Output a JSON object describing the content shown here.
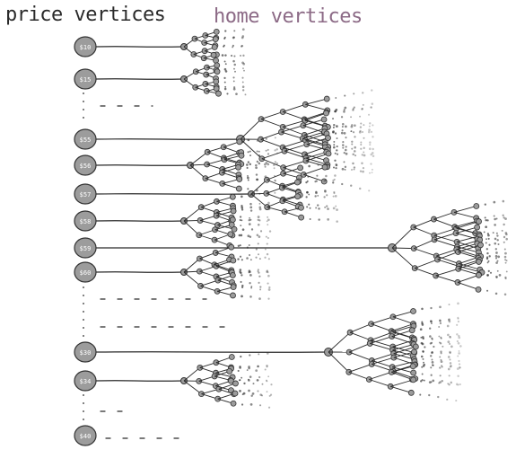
{
  "titles": {
    "price": "price vertices",
    "home": "home vertices"
  },
  "colors": {
    "ink": "#2a2a2a",
    "node_fill": "#9c9c9c",
    "node_stroke": "#333333",
    "home_title": "#8c6a86"
  },
  "price_vertices": [
    {
      "label": "$10",
      "tree": {
        "size": "small"
      }
    },
    {
      "label": "$15",
      "tree": {
        "size": "small"
      }
    },
    {
      "label": "$55",
      "tree": {
        "size": "large"
      }
    },
    {
      "label": "$56",
      "tree": {
        "size": "medium"
      }
    },
    {
      "label": "$57",
      "tree": {
        "size": "medium"
      }
    },
    {
      "label": "$58",
      "tree": {
        "size": "medium"
      }
    },
    {
      "label": "$59",
      "tree": {
        "size": "large"
      }
    },
    {
      "label": "$60",
      "tree": {
        "size": "medium"
      }
    },
    {
      "label": "$30",
      "tree": {
        "size": "large"
      }
    },
    {
      "label": "$34",
      "tree": {
        "size": "medium"
      }
    },
    {
      "label": "$40",
      "tree": {
        "size": "none"
      }
    }
  ]
}
